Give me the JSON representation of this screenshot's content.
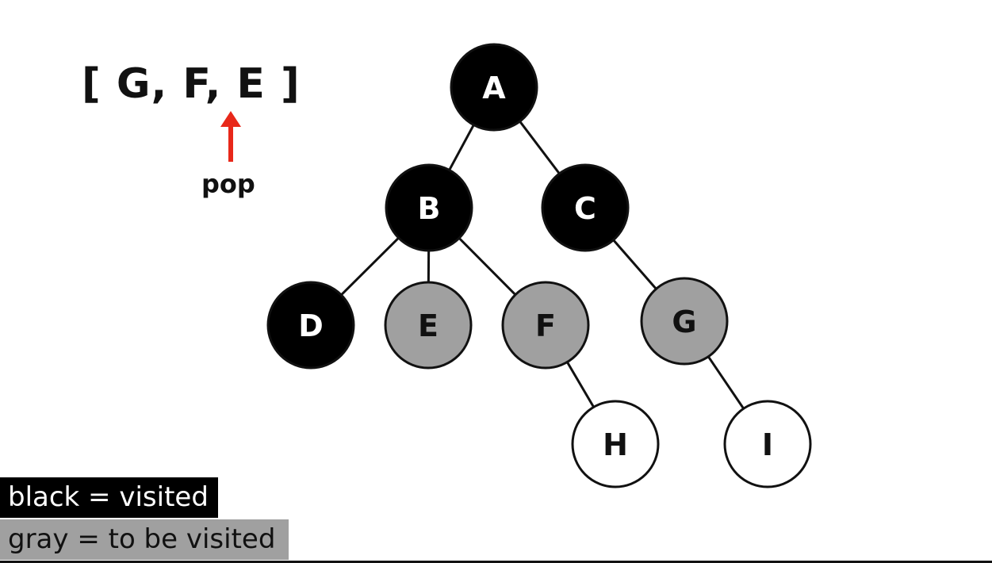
{
  "stack": {
    "text": "[ G, F, E ]",
    "pop_label": "pop"
  },
  "colors": {
    "visited": "#000000",
    "to_be_visited": "#a0a0a0",
    "unvisited": "#ffffff",
    "arrow": "#e8281a"
  },
  "tree": {
    "nodes": [
      {
        "id": "A",
        "state": "visited"
      },
      {
        "id": "B",
        "state": "visited"
      },
      {
        "id": "C",
        "state": "visited"
      },
      {
        "id": "D",
        "state": "visited"
      },
      {
        "id": "E",
        "state": "to_be_visited"
      },
      {
        "id": "F",
        "state": "to_be_visited"
      },
      {
        "id": "G",
        "state": "to_be_visited"
      },
      {
        "id": "H",
        "state": "unvisited"
      },
      {
        "id": "I",
        "state": "unvisited"
      }
    ],
    "edges": [
      [
        "A",
        "B"
      ],
      [
        "A",
        "C"
      ],
      [
        "B",
        "D"
      ],
      [
        "B",
        "E"
      ],
      [
        "B",
        "F"
      ],
      [
        "C",
        "G"
      ],
      [
        "F",
        "H"
      ],
      [
        "G",
        "I"
      ]
    ]
  },
  "legend": {
    "visited": "black = visited",
    "to_be_visited": "gray = to be visited"
  }
}
